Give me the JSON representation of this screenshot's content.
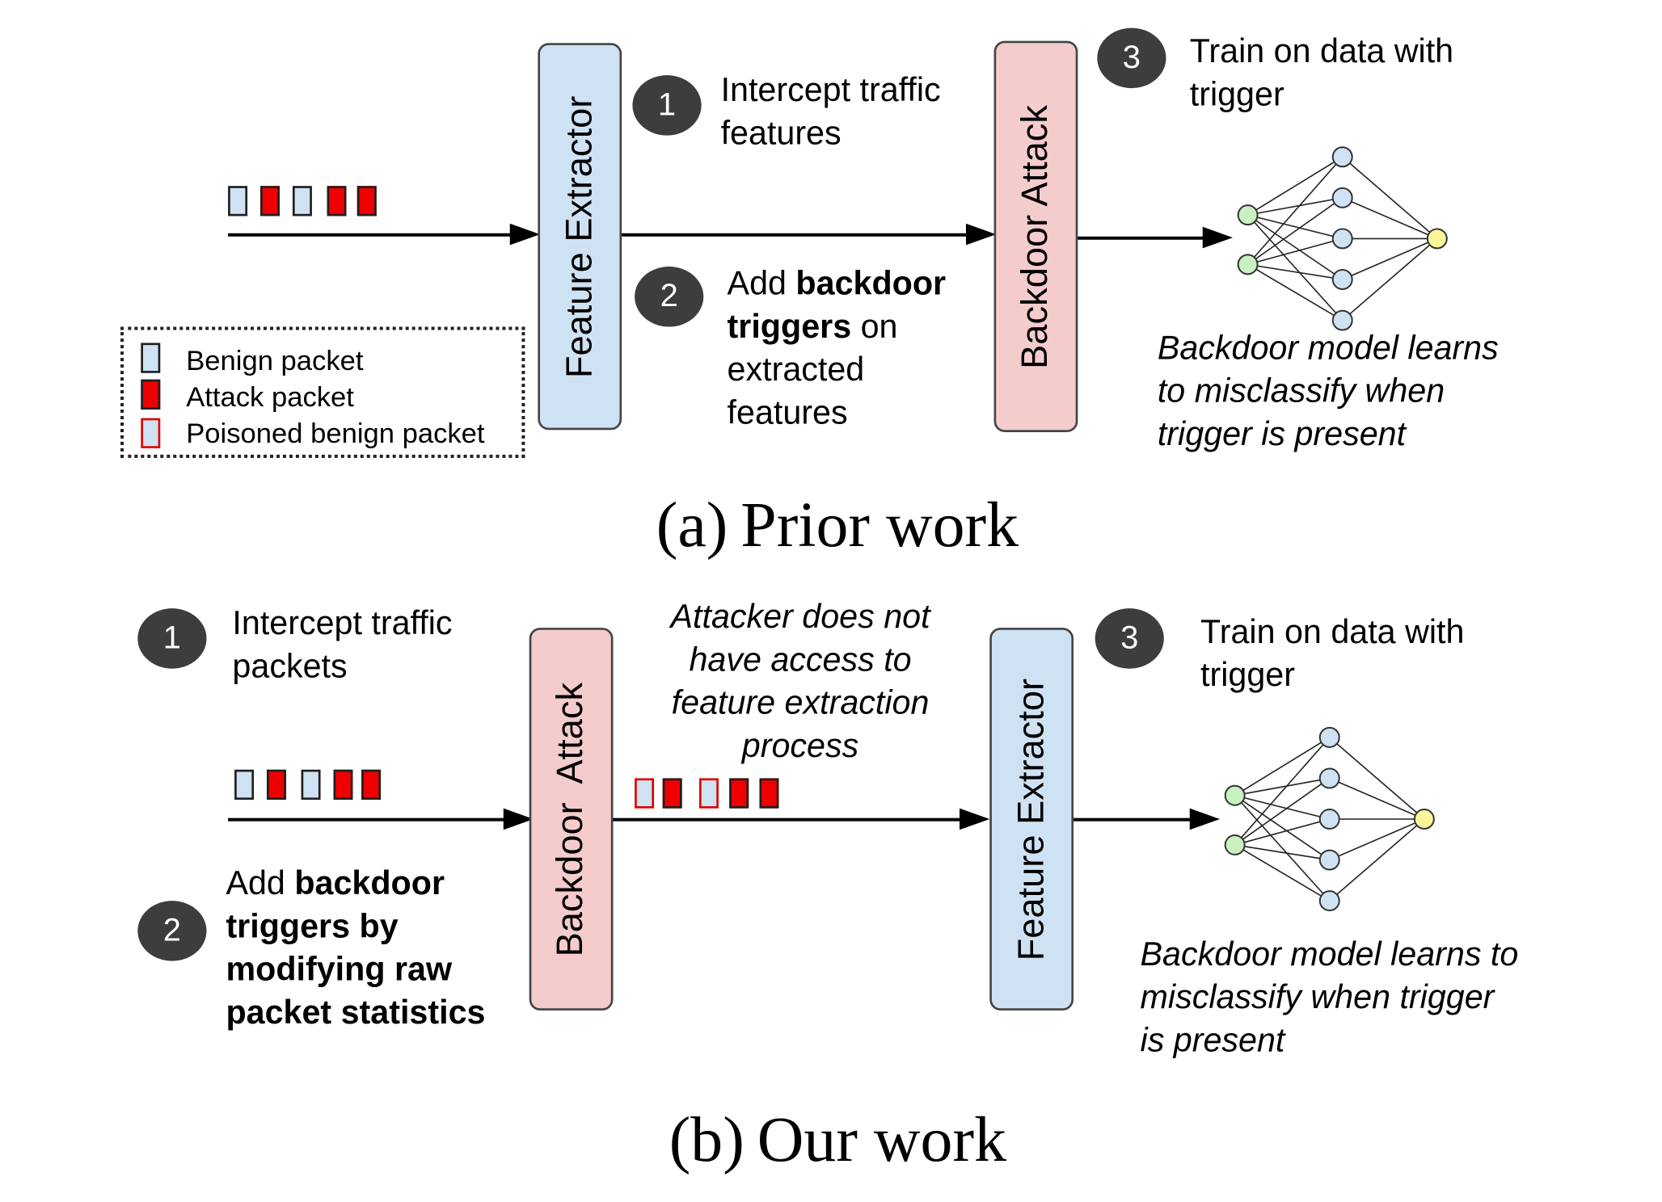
{
  "prior": {
    "caption_label": "(a)",
    "caption_text": "Prior work",
    "feature_extractor": "Feature Extractor",
    "backdoor_attack": "Backdoor Attack",
    "step1": {
      "num": "1",
      "lines": [
        "Intercept traffic",
        "features"
      ]
    },
    "step2": {
      "num": "2",
      "line1_pre": "Add ",
      "line1_bold": "backdoor",
      "line2_bold": "triggers",
      "line2_post": " on",
      "line3": "extracted",
      "line4": "features"
    },
    "step3": {
      "num": "3",
      "lines": [
        "Train on data with",
        "trigger"
      ]
    },
    "note_lines": [
      "Backdoor model learns",
      "to misclassify when",
      "trigger is present"
    ],
    "packets": [
      "benign",
      "attack",
      "benign",
      "attack",
      "attack"
    ]
  },
  "legend": {
    "benign": "Benign packet",
    "attack": "Attack packet",
    "poisoned": "Poisoned benign packet"
  },
  "ours": {
    "caption_label": "(b)",
    "caption_text": "Our work",
    "backdoor_attack": "Backdoor  Attack",
    "feature_extractor": "Feature Extractor",
    "step1": {
      "num": "1",
      "lines": [
        "Intercept traffic",
        "packets"
      ]
    },
    "step2": {
      "num": "2",
      "line1_pre": "Add ",
      "line1_bold": "backdoor",
      "line2": "triggers by",
      "line3": "modifying raw",
      "line4": "packet statistics"
    },
    "step3": {
      "num": "3",
      "lines": [
        "Train on data with",
        "trigger"
      ]
    },
    "attacker_note_lines": [
      "Attacker does not",
      "have access to",
      "feature extraction",
      "process"
    ],
    "note_lines": [
      "Backdoor model learns to",
      "misclassify when trigger",
      "is present"
    ],
    "packets_in": [
      "benign",
      "attack",
      "benign",
      "attack",
      "attack"
    ],
    "packets_out": [
      "poison",
      "attack",
      "poison",
      "attack",
      "attack"
    ]
  },
  "colors": {
    "benign_fill": "#cfe2f3",
    "attack_fill": "#ee0000",
    "attack_box": "#f4cccc",
    "extractor_box": "#cfe2f3",
    "badge": "#3d3d3d",
    "input_node": "#c9f0c0",
    "hidden_node": "#cfe2f3",
    "output_node": "#fbf59a"
  }
}
